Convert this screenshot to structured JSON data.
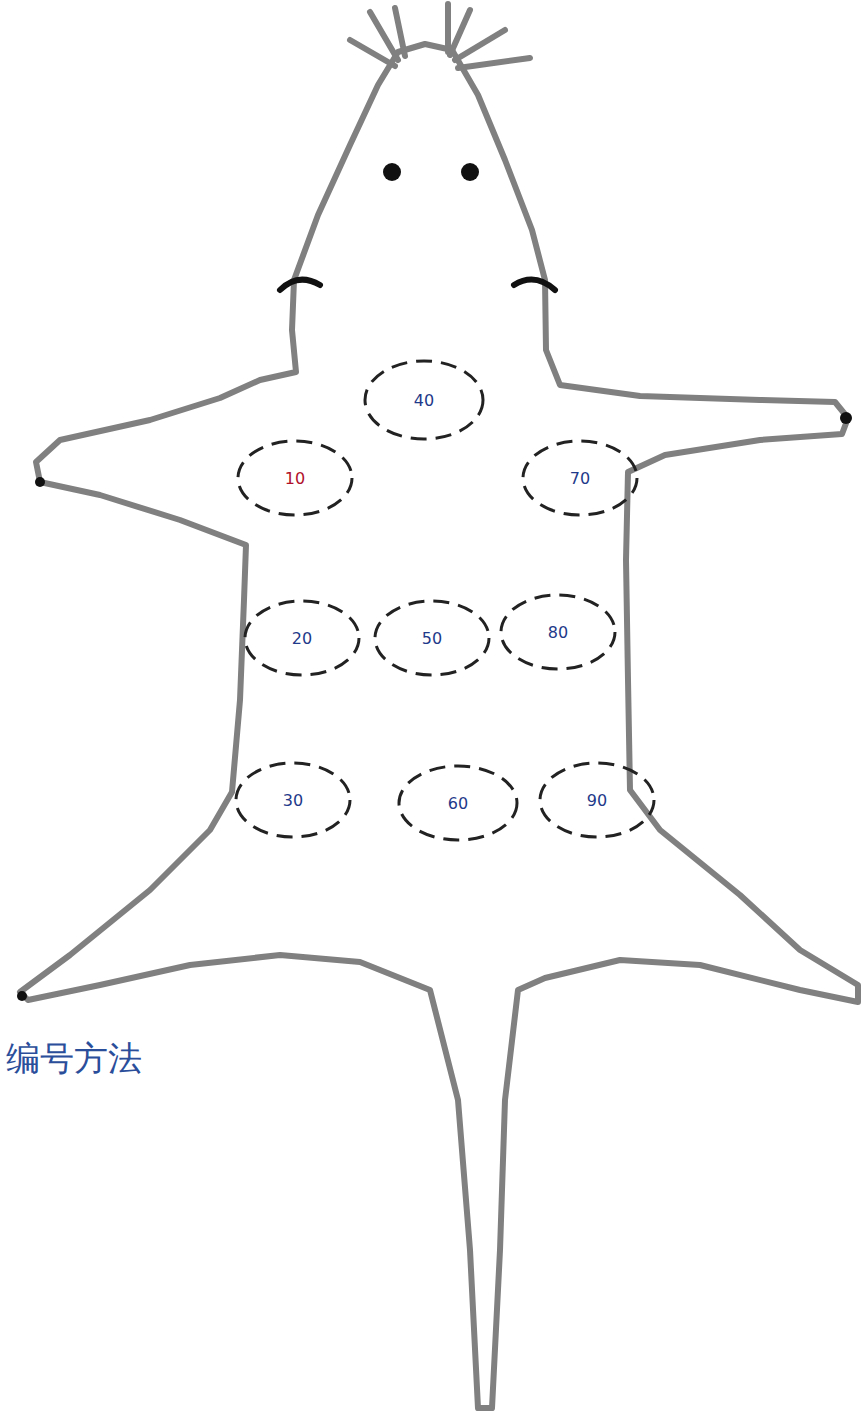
{
  "diagram": {
    "caption": "编号方法",
    "nodes": [
      {
        "text": [
          "40"
        ]
      },
      {
        "text": [
          "10"
        ]
      },
      {
        "text": [
          "70"
        ]
      },
      {
        "text": [
          "20"
        ]
      },
      {
        "text": [
          "50"
        ]
      },
      {
        "text": [
          "80"
        ]
      },
      {
        "text": [
          "30"
        ]
      },
      {
        "text": [
          "60"
        ]
      },
      {
        "text": [
          "90"
        ]
      }
    ]
  }
}
